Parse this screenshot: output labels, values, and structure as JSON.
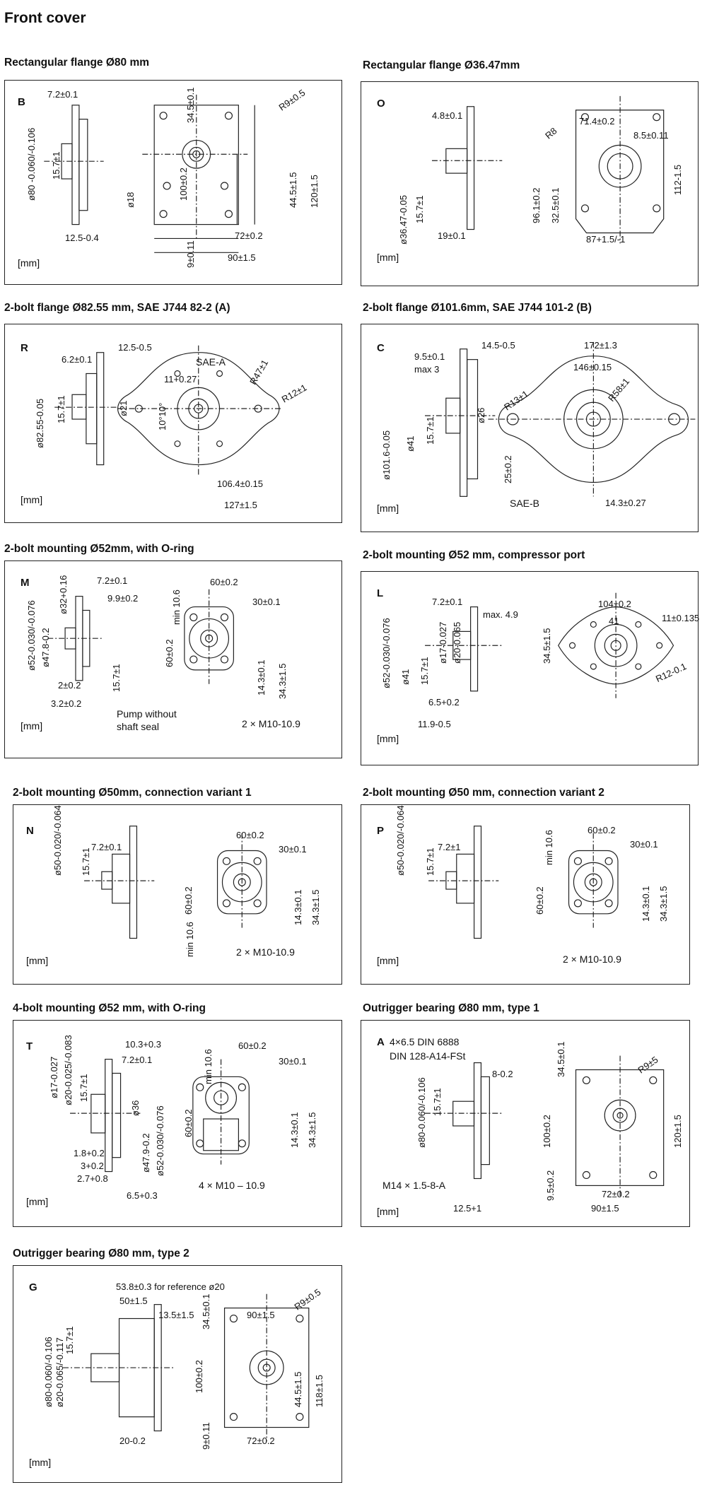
{
  "page_title": "Front cover",
  "unit_label": "[mm]",
  "sections": [
    {
      "heading": "Rectangular flange Ø80 mm",
      "letter": "B",
      "dims": [
        "7.2±0.1",
        "34.5±0.1",
        "R9±0.5",
        "ø80 -0.060/-0.106",
        "15.7±1",
        "ø18",
        "100±0.2",
        "44.5±1.5",
        "120±1.5",
        "12.5-0.4",
        "9±0.11",
        "72±0.2",
        "90±1.5"
      ]
    },
    {
      "heading": "Rectangular flange Ø36.47mm",
      "letter": "O",
      "dims": [
        "4.8±0.1",
        "71.4±0.2",
        "R8",
        "8.5±0.11",
        "96.1±0.2",
        "ø36.47-0.05",
        "15.7±1",
        "32.5±0.1",
        "112-1.5",
        "19±0.1",
        "87+1.5/-1"
      ]
    },
    {
      "heading": "2-bolt flange Ø82.55 mm, SAE J744 82-2 (A)",
      "letter": "R",
      "dims": [
        "12.5-0.5",
        "6.2±0.1",
        "SAE-A",
        "R47±1",
        "11+0.27",
        "ø82.55-0.05",
        "15.7±1",
        "ø21",
        "10°10°",
        "R12±1",
        "106.4±0.15",
        "127±1.5"
      ]
    },
    {
      "heading": "2-bolt flange Ø101.6mm, SAE J744 101-2 (B)",
      "letter": "C",
      "dims": [
        "14.5-0.5",
        "172±1.3",
        "9.5±0.1",
        "max 3",
        "146±0.15",
        "R58±1",
        "R13±1",
        "ø101.6-0.05",
        "ø41",
        "15.7±1",
        "ø26",
        "25±0.2",
        "SAE-B",
        "14.3±0.27"
      ]
    },
    {
      "heading": "2-bolt mounting Ø52mm, with O-ring",
      "letter": "M",
      "dims": [
        "7.2±0.1",
        "60±0.2",
        "ø32+0.16",
        "9.9±0.2",
        "min 10.6",
        "30±0.1",
        "ø52-0.030/-0.076",
        "ø47.8-0.2",
        "60±0.2",
        "15.7±1",
        "14.3±0.1",
        "34.3±1.5",
        "2±0.2",
        "3.2±0.2"
      ],
      "note": [
        "Pump without",
        "shaft seal"
      ],
      "bolt": "2 × M10-10.9"
    },
    {
      "heading": "2-bolt mounting Ø52 mm, compressor port",
      "letter": "L",
      "dims": [
        "7.2±0.1",
        "104±0.2",
        "max. 4.9",
        "41",
        "11±0.135",
        "ø17-0.027",
        "ø20-0.065",
        "34.5±1.5",
        "ø52-0.030/-0.076",
        "ø41",
        "15.7±1",
        "R12-0.1",
        "6.5+0.2",
        "11.9-0.5"
      ]
    },
    {
      "heading": "2-bolt mounting Ø50mm, connection variant 1",
      "letter": "N",
      "dims": [
        "60±0.2",
        "ø50-0.020/-0.064",
        "7.2±0.1",
        "30±0.1",
        "15.7±1",
        "60±0.2",
        "14.3±0.1",
        "34.3±1.5",
        "min 10.6"
      ],
      "bolt": "2 × M10-10.9"
    },
    {
      "heading": "2-bolt mounting Ø50 mm, connection variant 2",
      "letter": "P",
      "dims": [
        "min 10.6",
        "60±0.2",
        "ø50-0.020/-0.064",
        "7.2±1",
        "30±0.1",
        "15.7±1",
        "60±0.2",
        "14.3±0.1",
        "34.3±1.5"
      ],
      "bolt": "2 × M10-10.9"
    },
    {
      "heading": "4-bolt mounting Ø52 mm, with O-ring",
      "letter": "T",
      "dims": [
        "10.3+0.3",
        "60±0.2",
        "7.2±0.1",
        "min 10.6",
        "30±0.1",
        "ø17-0.027",
        "ø20-0.025/-0.083",
        "15.7±1",
        "ø36",
        "60±0.2",
        "14.3±0.1",
        "34.3±1.5",
        "1.8+0.2",
        "3+0.2",
        "2.7+0.8",
        "ø47.9-0.2",
        "ø52-0.030/-0.076",
        "6.5+0.3"
      ],
      "bolt": "4 × M10 – 10.9"
    },
    {
      "heading": "Outrigger bearing Ø80 mm, type 1",
      "letter": "A",
      "dims": [
        "8-0.2",
        "34.5±0.1",
        "R9±5",
        "15.7±1",
        "ø80-0.060/-0.106",
        "100±0.2",
        "120±1.5",
        "9.5±0.2",
        "72±0.2",
        "90±1.5",
        "12.5+1"
      ],
      "notes": [
        "4×6.5 DIN 6888",
        "DIN 128-A14-FSt",
        "M14 × 1.5-8-A"
      ]
    },
    {
      "heading": "Outrigger bearing Ø80 mm, type 2",
      "letter": "G",
      "dims": [
        "53.8±0.3 for reference ø20",
        "50±1.5",
        "13.5±1.5",
        "90±1.5",
        "34.5±0.1",
        "R9±0.5",
        "15.7±1",
        "ø80-0.060/-0.106",
        "ø20-0.065/-0.117",
        "100±0.2",
        "44.5±1.5",
        "118±1.5",
        "20-0.2",
        "9±0.11",
        "72±0.2"
      ]
    }
  ]
}
